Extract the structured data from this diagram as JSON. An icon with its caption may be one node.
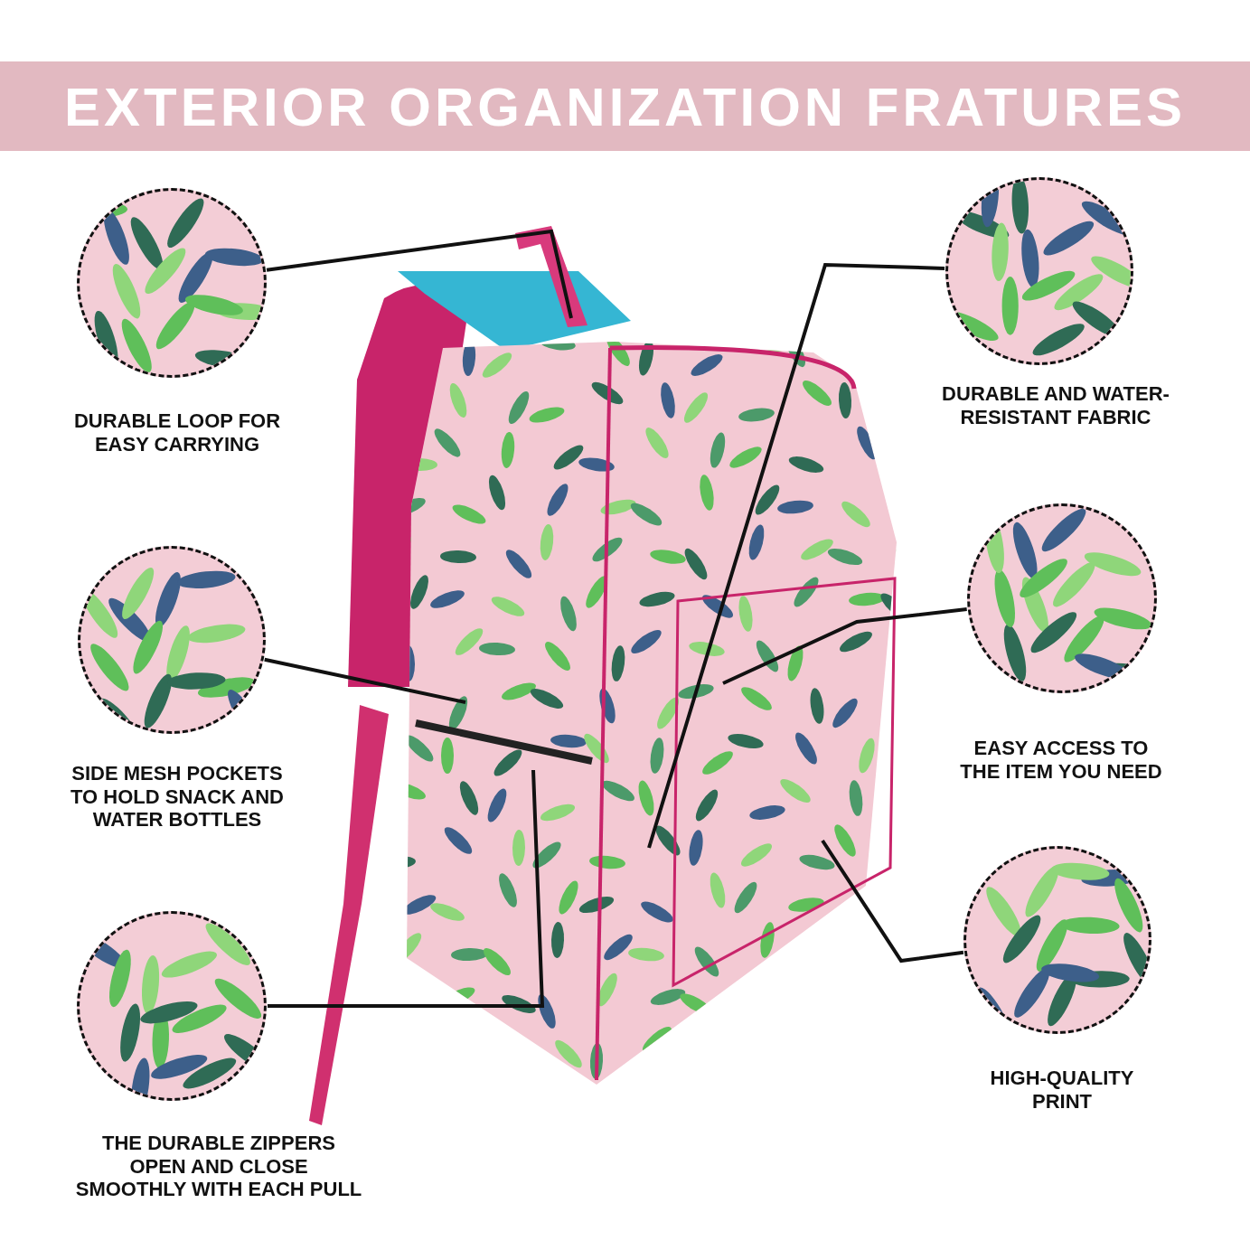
{
  "diagram": {
    "title": "EXTERIOR ORGANIZATION FRATURES",
    "nodes": [
      {
        "text": [],
        "shape": "picture",
        "beside": [
          "DURABLE LOOP FOR EASY CARRYING"
        ]
      },
      {
        "text": [],
        "shape": "picture",
        "beside": [
          "DURABLE AND WATER-RESISTANT FABRIC"
        ]
      },
      {
        "text": [],
        "shape": "picture",
        "beside": [
          "SIDE MESH POCKETS TO HOLD SNACK AND WATER BOTTLES"
        ]
      },
      {
        "text": [],
        "shape": "picture",
        "beside": [
          "EASY ACCESS TO THE ITEM YOU NEED"
        ]
      },
      {
        "text": [],
        "shape": "picture",
        "beside": [
          "THE DURABLE ZIPPERS OPEN AND CLOSE SMOOTHLY WITH EACH PULL"
        ]
      },
      {
        "text": [],
        "shape": "picture",
        "beside": [
          "HIGH-QUALITY PRINT"
        ]
      },
      {
        "text": [],
        "shape": "picture"
      }
    ],
    "edges": [
      {
        "from": 0,
        "to": 6,
        "arrow": "none"
      },
      {
        "from": 1,
        "to": 6,
        "arrow": "none"
      },
      {
        "from": 2,
        "to": 6,
        "arrow": "none"
      },
      {
        "from": 3,
        "to": 6,
        "arrow": "none"
      },
      {
        "from": 4,
        "to": 6,
        "arrow": "none"
      },
      {
        "from": 5,
        "to": 6,
        "arrow": "none"
      }
    ]
  }
}
